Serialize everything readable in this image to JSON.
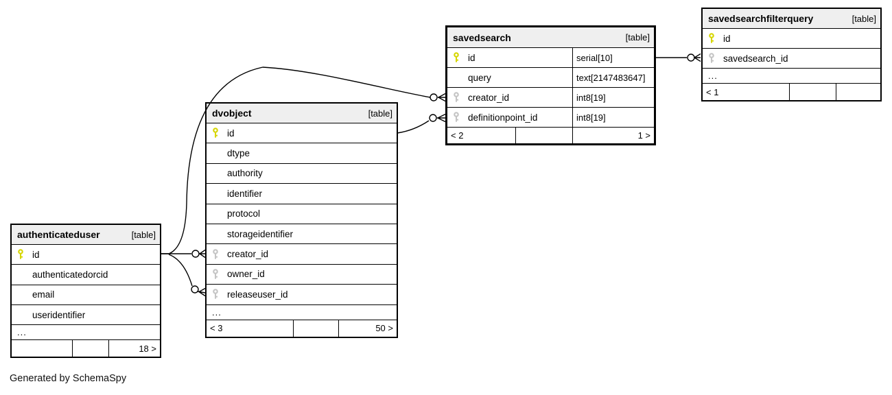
{
  "diagram": {
    "generator_note": "Generated by SchemaSpy",
    "colors": {
      "header_bg": "#efefef",
      "border": "#000000",
      "row_bg": "#ffffff",
      "pk_key": "#d6d600",
      "fk_key": "#c4c4c4",
      "line": "#000000"
    },
    "icons": {
      "primary_key": "pk-key-icon",
      "foreign_key": "fk-key-icon",
      "relationship_end": "circle-crowfoot"
    },
    "tables": {
      "savedsearch": {
        "title": "savedsearch",
        "badge": "[table]",
        "columns": [
          {
            "name": "id",
            "type": "serial[10]",
            "key": "pk"
          },
          {
            "name": "query",
            "type": "text[2147483647]",
            "key": null
          },
          {
            "name": "creator_id",
            "type": "int8[19]",
            "key": "fk"
          },
          {
            "name": "definitionpoint_id",
            "type": "int8[19]",
            "key": "fk"
          }
        ],
        "has_types": true,
        "ellipsis": false,
        "footer": [
          "< 2",
          "",
          "1 >"
        ]
      },
      "savedsearchfilterquery": {
        "title": "savedsearchfilterquery",
        "badge": "[table]",
        "columns": [
          {
            "name": "id",
            "type": "",
            "key": "pk"
          },
          {
            "name": "savedsearch_id",
            "type": "",
            "key": "fk"
          }
        ],
        "has_types": false,
        "ellipsis": true,
        "ellipsis_label": "...",
        "footer": [
          "< 1",
          "",
          ""
        ]
      },
      "dvobject": {
        "title": "dvobject",
        "badge": "[table]",
        "columns": [
          {
            "name": "id",
            "type": "",
            "key": "pk"
          },
          {
            "name": "dtype",
            "type": "",
            "key": null
          },
          {
            "name": "authority",
            "type": "",
            "key": null
          },
          {
            "name": "identifier",
            "type": "",
            "key": null
          },
          {
            "name": "protocol",
            "type": "",
            "key": null
          },
          {
            "name": "storageidentifier",
            "type": "",
            "key": null
          },
          {
            "name": "creator_id",
            "type": "",
            "key": "fk"
          },
          {
            "name": "owner_id",
            "type": "",
            "key": "fk"
          },
          {
            "name": "releaseuser_id",
            "type": "",
            "key": "fk"
          }
        ],
        "has_types": false,
        "ellipsis": true,
        "ellipsis_label": "...",
        "footer": [
          "< 3",
          "",
          "50 >"
        ]
      },
      "authenticateduser": {
        "title": "authenticateduser",
        "badge": "[table]",
        "columns": [
          {
            "name": "id",
            "type": "",
            "key": "pk"
          },
          {
            "name": "authenticatedorcid",
            "type": "",
            "key": null
          },
          {
            "name": "email",
            "type": "",
            "key": null
          },
          {
            "name": "useridentifier",
            "type": "",
            "key": null
          }
        ],
        "has_types": false,
        "ellipsis": true,
        "ellipsis_label": "...",
        "footer": [
          "",
          "",
          "18 >"
        ]
      }
    },
    "relationships": [
      {
        "from": "savedsearchfilterquery.savedsearch_id",
        "to": "savedsearch.id",
        "end_style": "circle-crowfoot"
      },
      {
        "from": "savedsearch.creator_id",
        "to": "authenticateduser.id",
        "end_style": "circle-crowfoot"
      },
      {
        "from": "savedsearch.definitionpoint_id",
        "to": "dvobject.id",
        "end_style": "circle-crowfoot"
      },
      {
        "from": "dvobject.creator_id",
        "to": "authenticateduser.id",
        "end_style": "circle-crowfoot"
      },
      {
        "from": "dvobject.releaseuser_id",
        "to": "authenticateduser.id",
        "end_style": "circle-crowfoot"
      }
    ]
  }
}
